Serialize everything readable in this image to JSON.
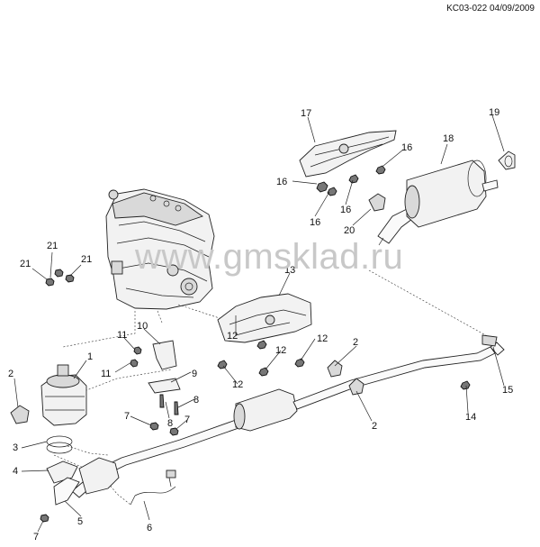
{
  "header": {
    "code": "KC03-022 04/09/2009"
  },
  "watermark": "www.gmsklad.ru",
  "callouts": [
    "1",
    "2",
    "2",
    "2",
    "3",
    "4",
    "5",
    "6",
    "7",
    "7",
    "7",
    "8",
    "8",
    "9",
    "10",
    "11",
    "11",
    "12",
    "12",
    "12",
    "12",
    "13",
    "14",
    "15",
    "16",
    "16",
    "16",
    "16",
    "17",
    "18",
    "19",
    "20",
    "21",
    "21",
    "21"
  ]
}
